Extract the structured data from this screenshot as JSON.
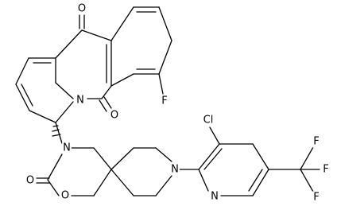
{
  "atoms": {
    "O_top": "O",
    "O_mid": "O",
    "F_ring": "F",
    "N_ring": "N",
    "N_amide": "N",
    "O_carbonyl": "O",
    "O_ring": "O",
    "N_pip": "N",
    "Cl": "Cl",
    "N_pyr": "N",
    "F1": "F",
    "F2": "F",
    "F3": "F"
  },
  "colors": {
    "bond": "#000000",
    "label": "#000000",
    "background": "#ffffff"
  }
}
